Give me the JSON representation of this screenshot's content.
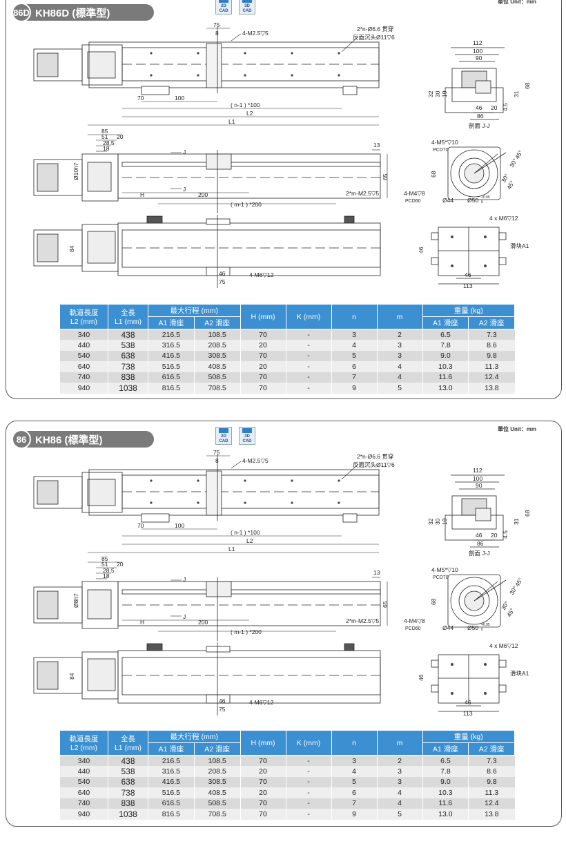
{
  "units_label": "單位 Unit：mm",
  "cad": {
    "two_d": [
      "2D",
      "CAD"
    ],
    "three_d": [
      "3D",
      "CAD"
    ]
  },
  "panels": [
    {
      "model_number": "86D",
      "model_name": "KH86D (標準型)",
      "dia_label": "Ø10h7"
    },
    {
      "model_number": "86",
      "model_name": "KH86 (標準型)",
      "dia_label": "Ø8h7"
    }
  ],
  "drawing": {
    "top_view": {
      "dim_75": "75",
      "dim_8": "8",
      "tap_top": "4-M2.5▽5",
      "through_hole": "2*n-Ø6.6 贯穿",
      "counterbore": "反面沉头Ø11▽6",
      "dim_70": "70",
      "dim_100": "100",
      "n_pitch": "( n-1 ) *100",
      "l2": "L2",
      "l1": "L1"
    },
    "side_view": {
      "dim_85": "85",
      "dim_51": "51",
      "dim_20": "20",
      "dim_28_5": "28.5",
      "dim_18": "18",
      "dim_13": "13",
      "dim_65": "65",
      "section_mark": "J",
      "h": "H",
      "dim_200": "200",
      "m_pitch": "( m-1 ) *200",
      "m_tap": "2*m-M2.5▽5"
    },
    "bottom_view": {
      "dim_84": "84",
      "dim_46": "46",
      "dim_75": "75",
      "tap": "4-M6▽12"
    },
    "section_view": {
      "dim_112": "112",
      "dim_100": "100",
      "dim_90": "90",
      "dim_32": "32",
      "dim_30": "30",
      "dim_19": "19",
      "dim_68": "68",
      "dim_31": "31",
      "dim_4_5": "4.5",
      "dim_20": "20",
      "dim_46": "46",
      "dim_86": "86",
      "caption": "剖面 J-J"
    },
    "motor_flange": {
      "tap_m5": "4-M5*▽10",
      "pcd70": "PCD70",
      "dim_68": "68",
      "angle_45a": "45°",
      "angle_30a": "30°",
      "angle_30b": "30°",
      "angle_45b": "45°",
      "tap_m4": "4-M4▽8",
      "pcd60": "PCD60",
      "dia44": "Ø44",
      "dia50": "Ø50",
      "tol_upper": "+0.05",
      "tol_lower": "0"
    },
    "slider": {
      "tap": "4 x  M6▽12",
      "label": "滑块A1",
      "dim_46_side": "46",
      "dim_46": "46",
      "dim_113": "113"
    }
  },
  "table": {
    "headers": {
      "rail_length": [
        "軌道長度",
        "L2 (mm)"
      ],
      "total_length": [
        "全長",
        "L1 (mm)"
      ],
      "max_stroke": "最大行程 (mm)",
      "a1": "A1 滑座",
      "a2": "A2 滑座",
      "h": "H (mm)",
      "k": "K (mm)",
      "n": "n",
      "m": "m",
      "weight": "重量 (kg)",
      "w_a1": "A1 滑座",
      "w_a2": "A2 滑座"
    },
    "rows": [
      [
        "340",
        "438",
        "216.5",
        "108.5",
        "70",
        "-",
        "3",
        "2",
        "6.5",
        "7.3"
      ],
      [
        "440",
        "538",
        "316.5",
        "208.5",
        "20",
        "-",
        "4",
        "3",
        "7.8",
        "8.6"
      ],
      [
        "540",
        "638",
        "416.5",
        "308.5",
        "70",
        "-",
        "5",
        "3",
        "9.0",
        "9.8"
      ],
      [
        "640",
        "738",
        "516.5",
        "408.5",
        "20",
        "-",
        "6",
        "4",
        "10.3",
        "11.3"
      ],
      [
        "740",
        "838",
        "616.5",
        "508.5",
        "70",
        "-",
        "7",
        "4",
        "11.6",
        "12.4"
      ],
      [
        "940",
        "1038",
        "816.5",
        "708.5",
        "70",
        "-",
        "9",
        "5",
        "13.0",
        "13.8"
      ]
    ]
  }
}
